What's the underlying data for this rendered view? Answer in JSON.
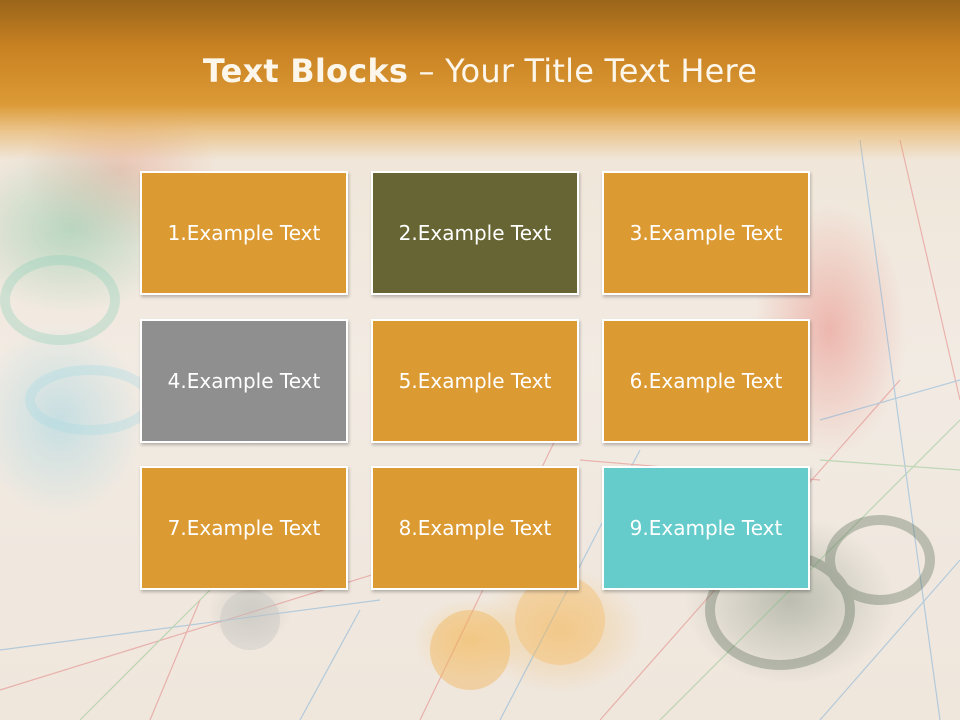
{
  "slide": {
    "title_bold": "Text Blocks",
    "title_separator": " – ",
    "title_rest": "Your Title Text Here"
  },
  "blocks": [
    {
      "label": "1.Example Text",
      "color": "#dc9a33"
    },
    {
      "label": "2.Example Text",
      "color": "#666533"
    },
    {
      "label": "3.Example Text",
      "color": "#dc9a33"
    },
    {
      "label": "4.Example Text",
      "color": "#8f8f8f"
    },
    {
      "label": "5.Example Text",
      "color": "#dc9a33"
    },
    {
      "label": "6.Example Text",
      "color": "#dc9a33"
    },
    {
      "label": "7.Example Text",
      "color": "#dc9a33"
    },
    {
      "label": "8.Example Text",
      "color": "#dc9a33"
    },
    {
      "label": "9.Example Text",
      "color": "#66cccb"
    }
  ]
}
